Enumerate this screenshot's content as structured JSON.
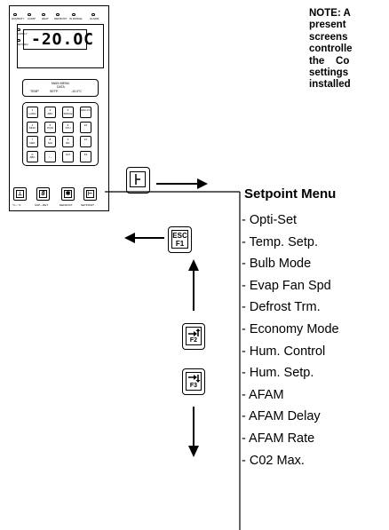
{
  "note": "NOTE: A\npresent\nscreens\ncontrolle\nthe    Co\nsettings\ninstalled",
  "controller": {
    "led_labels": [
      "HUMIDITY",
      "COMP",
      "HEAT",
      "DEFROST",
      "IN RANGE",
      "ALARM"
    ],
    "side_labels": [
      "SUPPLY",
      "RETURN"
    ],
    "display_value": "-2O.OC",
    "menu_line1": "MAIN MENU",
    "menu_line2": "DATA",
    "menu_line3_a": "TEMP",
    "menu_line3_b": "SETP.",
    "menu_line3_c": "-10.0°C",
    "keys": [
      {
        "num": "1",
        "txt": "LANG"
      },
      {
        "num": "2",
        "txt": "ABC"
      },
      {
        "num": "3",
        "txt": "SPACE"
      },
      {
        "num": "",
        "txt": "ESC F1"
      },
      {
        "num": "4",
        "txt": "MNO"
      },
      {
        "num": "5",
        "txt": "PQR"
      },
      {
        "num": "6",
        "txt": "STU"
      },
      {
        "num": "",
        "txt": "F2"
      },
      {
        "num": "7",
        "txt": "DEF"
      },
      {
        "num": "8",
        "txt": "GHI"
      },
      {
        "num": "9",
        "txt": "JKL"
      },
      {
        "num": "",
        "txt": "F3"
      },
      {
        "num": "0",
        "txt": "ABC"
      },
      {
        "num": ".",
        "txt": "/ -"
      },
      {
        "num": "",
        "txt": "ALT"
      },
      {
        "num": "",
        "txt": "F4"
      }
    ],
    "func_labels": [
      "°C↔°F",
      "SUP↔RET",
      "DEFROST",
      "SETPOINT"
    ]
  },
  "esc_key": {
    "line1": "ESC",
    "line2": "F1"
  },
  "f2_key": "F2",
  "f3_key": "F3",
  "setpoint_menu": {
    "title": "Setpoint Menu",
    "items": [
      "- Opti-Set",
      "- Temp. Setp.",
      "- Bulb Mode",
      "- Evap Fan Spd",
      "- Defrost Trm.",
      "- Economy Mode",
      "- Hum. Control",
      "- Hum. Setp.",
      "- AFAM",
      "- AFAM Delay",
      "- AFAM Rate",
      "- C02 Max."
    ]
  }
}
